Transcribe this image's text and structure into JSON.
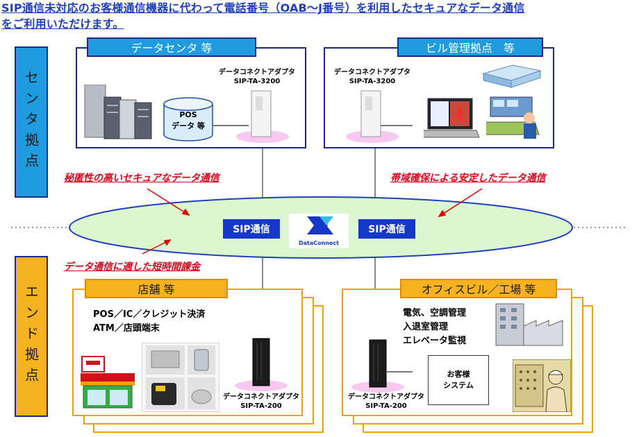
{
  "headline": {
    "line1": "SIP通信未対応のお客様通信機器に代わって電話番号（OAB～J番号）を利用したセキュアなデータ通信",
    "line2": "をご利用いただけます。"
  },
  "zones": {
    "center": "センタ拠点",
    "end": "エンド拠点"
  },
  "sites": {
    "datacenter": {
      "title": "データセンタ 等",
      "adapter_name": "データコネクトアダプタ",
      "adapter_model": "SIP-TA-3200",
      "db_line1": "POS",
      "db_line2": "データ 等"
    },
    "building": {
      "title": "ビル管理拠点　等",
      "adapter_name": "データコネクトアダプタ",
      "adapter_model": "SIP-TA-3200"
    },
    "store": {
      "title": "店舗 等",
      "line1": "POS／IC／クレジット決済",
      "line2": "ATM／店頭端末",
      "adapter_name": "データコネクトアダプタ",
      "adapter_model": "SIP-TA-200"
    },
    "office": {
      "title": "オフィスビル／工場 等",
      "line1": "電気、空調管理",
      "line2": "入退室管理",
      "line3": "エレベータ監視",
      "adapter_name": "データコネクトアダプタ",
      "adapter_model": "SIP-TA-200",
      "system_line1": "お客様",
      "system_line2": "システム"
    }
  },
  "network": {
    "sip_left": "SIP通信",
    "sip_right": "SIP通信",
    "logo_text": "DataConnect"
  },
  "notes": {
    "secure": "秘匿性の高いセキュアなデータ通信",
    "bandwidth": "帯域確保による安定したデータ通信",
    "billing": "データ通信に適した短時間課金"
  },
  "colors": {
    "headline": "#1f3fbf",
    "center_zone": "#1f9be0",
    "end_zone": "#f7b21f",
    "ellipse_fill": "#dcf7d0",
    "ellipse_stroke": "#1f3fbf",
    "sip_badge": "#1538c8",
    "notes": "#e0001b"
  }
}
